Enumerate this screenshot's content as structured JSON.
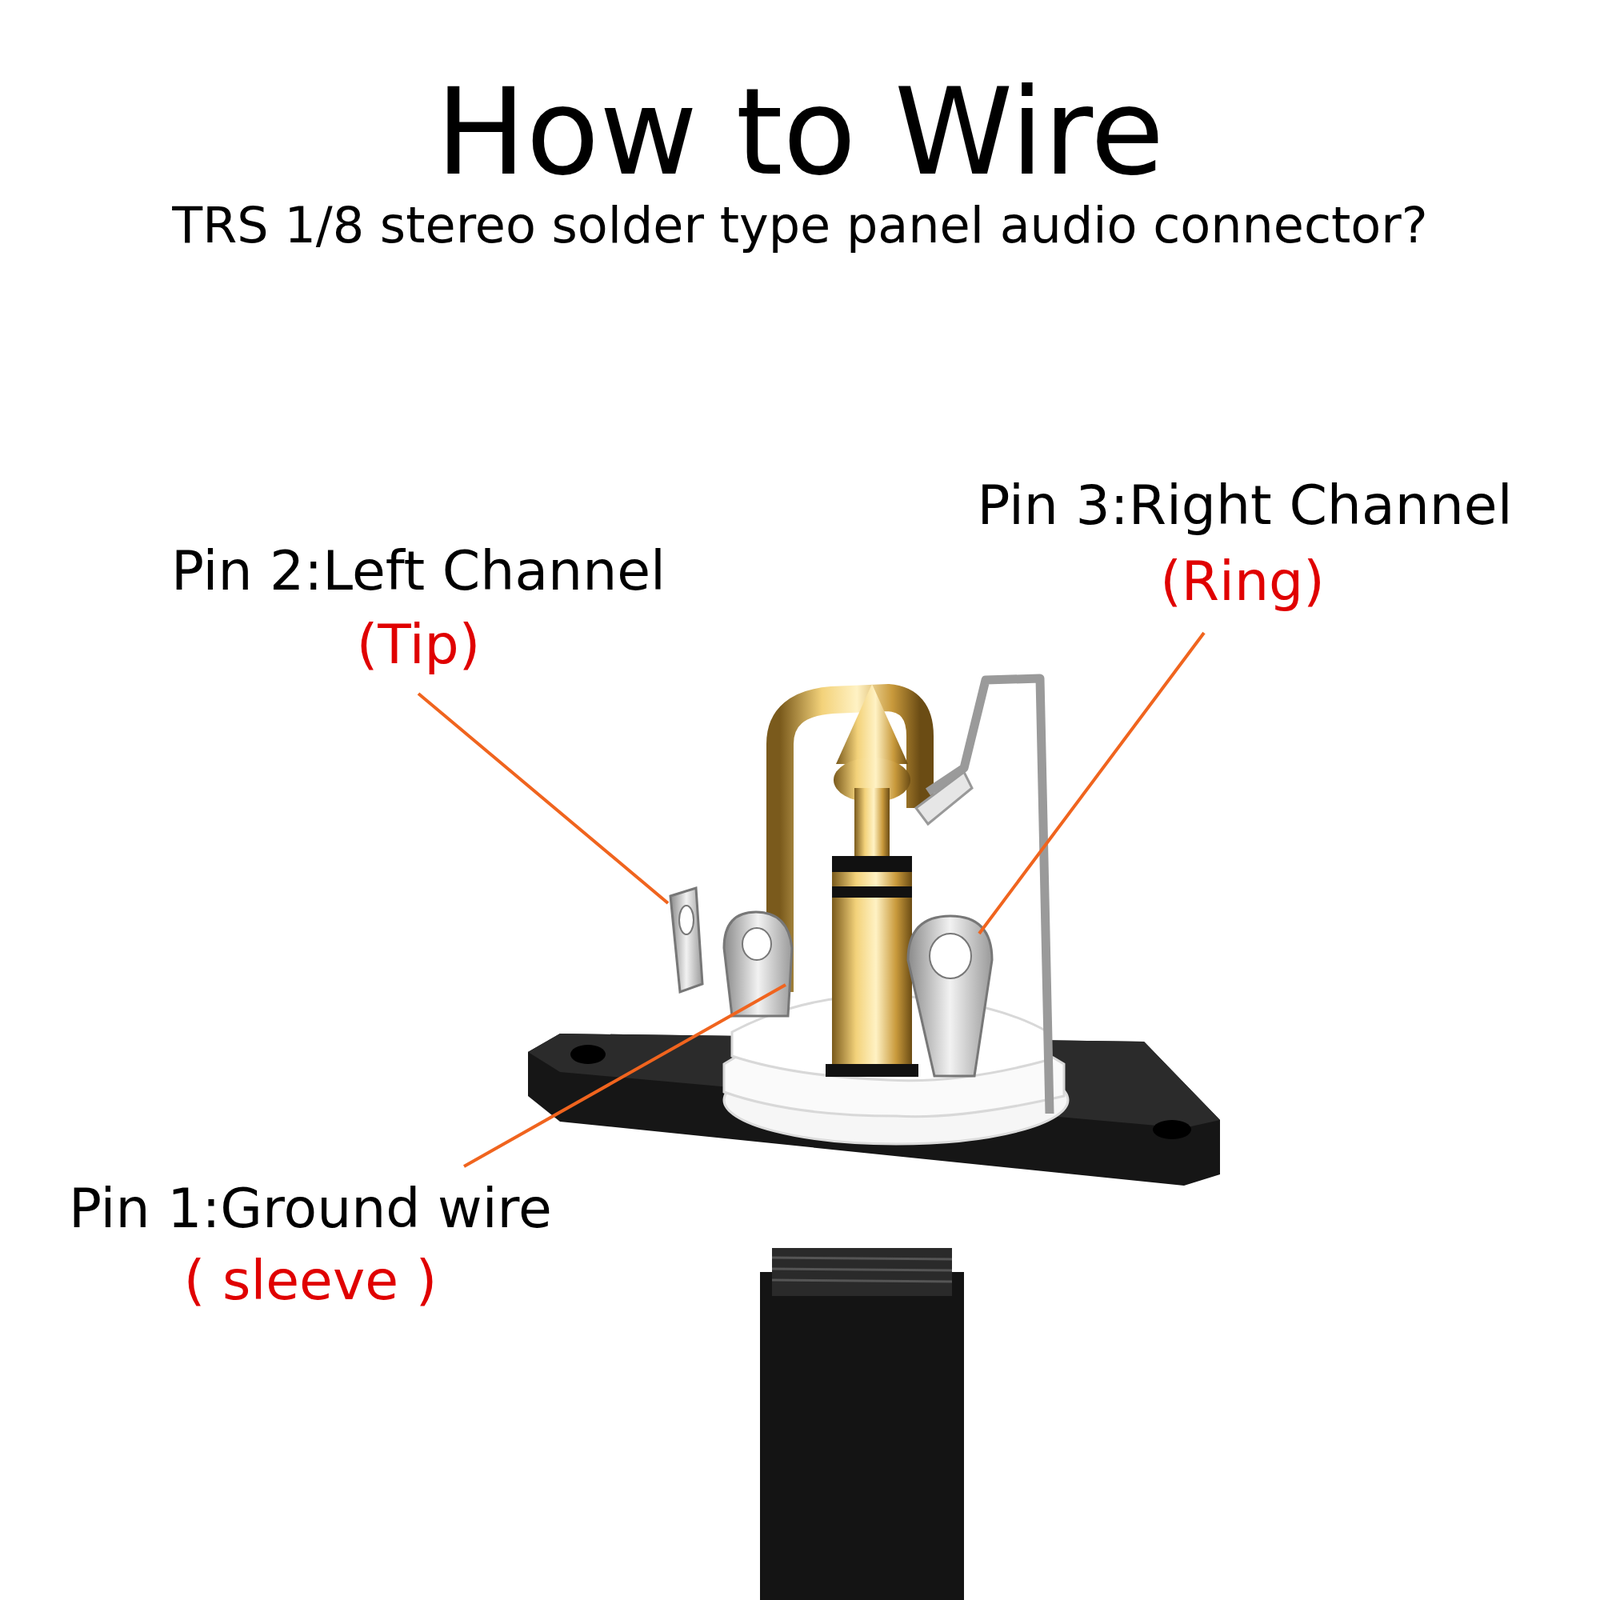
{
  "diagram": {
    "title": "How to Wire",
    "labels": [
      "TRS 1/8 stereo solder type panel audio connector?",
      "Pin 3:Right Channel",
      "(Ring)",
      "Pin 2:Left Channel",
      "(Tip)",
      "Pin 1:Ground wire",
      "( sleeve )"
    ]
  }
}
